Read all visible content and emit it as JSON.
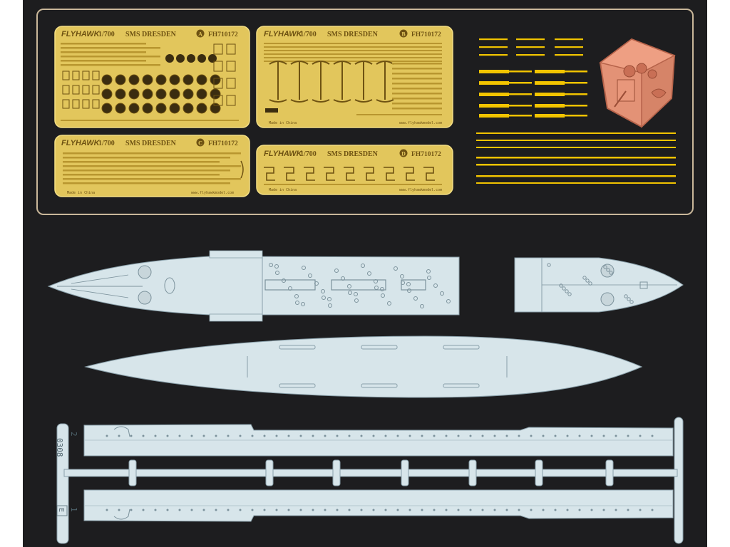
{
  "frets": [
    {
      "brand": "FLYHAWK",
      "scale": "1/700",
      "name": "SMS DRESDEN",
      "letter": "A",
      "code": "FH710172",
      "footer_left": "",
      "footer_right": ""
    },
    {
      "brand": "FLYHAWK",
      "scale": "1/700",
      "name": "SMS DRESDEN",
      "letter": "B",
      "code": "FH710172",
      "footer_left": "Made in China",
      "footer_right": "www.flyhawkmodel.com"
    },
    {
      "brand": "FLYHAWK",
      "scale": "1/700",
      "name": "SMS DRESDEN",
      "letter": "C",
      "code": "FH710172",
      "footer_left": "Made in China",
      "footer_right": "www.flyhawkmodel.com"
    },
    {
      "brand": "FLYHAWK",
      "scale": "1/700",
      "name": "SMS DRESDEN",
      "letter": "D",
      "code": "FH710172",
      "footer_left": "Made in China",
      "footer_right": "www.flyhawkmodel.com"
    }
  ],
  "sprue": {
    "code": "0308",
    "upper_part_number": "2",
    "lower_part_number": "1",
    "lower_letter": "E"
  },
  "colors": {
    "background": "#1d1d1f",
    "frame_border": "#c9b79a",
    "brass": "#e2c65c",
    "brass_light": "#f3de84",
    "brass_dark": "#8a6a1e",
    "resin": "#e39276",
    "resin_dark": "#b6634a",
    "plastic": "#d7e5ea",
    "plastic_line": "#8aa0aa",
    "yellow_rod": "#f2c400"
  }
}
